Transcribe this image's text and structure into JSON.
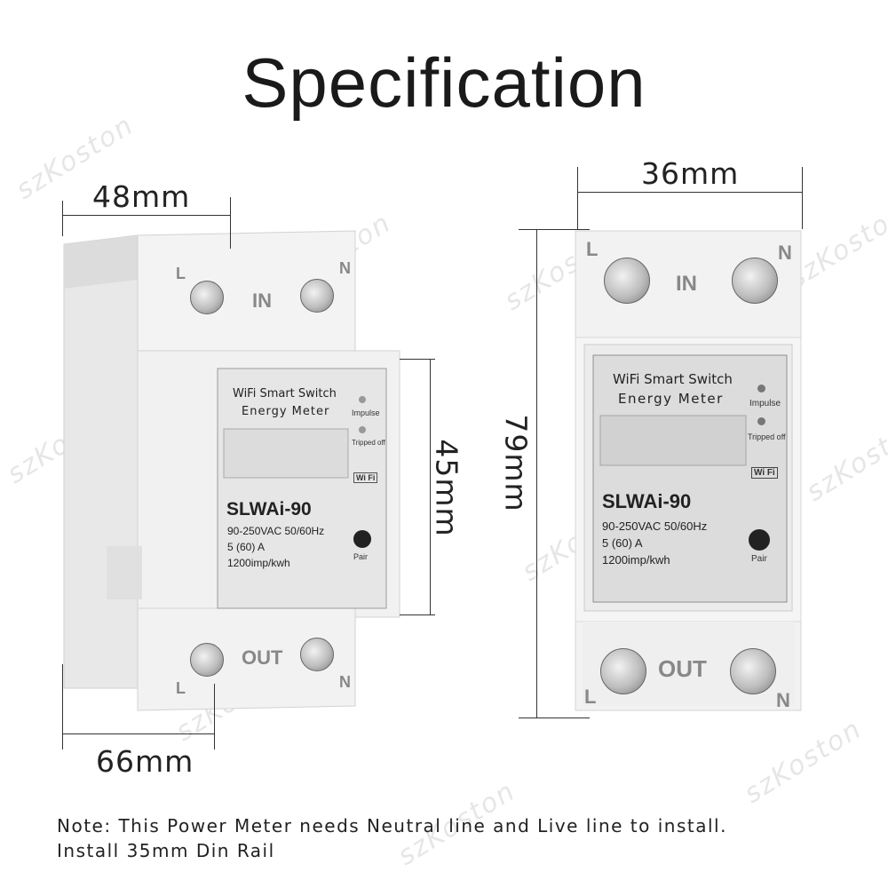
{
  "title": "Specification",
  "dimensions": {
    "width_left": "48mm",
    "face_height": "45mm",
    "depth": "66mm",
    "width_right": "36mm",
    "height_right": "79mm"
  },
  "device": {
    "face_title_line1": "WiFi Smart Switch",
    "face_title_line2": "Energy Meter",
    "impulse_label": "Impulse",
    "tripped_label": "Tripped off",
    "wifi_badge": "Wi Fi",
    "model": "SLWAi-90",
    "spec_voltage": "90-250VAC  50/60Hz",
    "spec_current": "5  (60)  A",
    "spec_imp": "1200imp/kwh",
    "pair_label": "Pair",
    "in_label": "IN",
    "out_label": "OUT",
    "live": "L",
    "neutral": "N"
  },
  "watermark": "szKoston",
  "note_line1": "Note:  This Power Meter needs Neutral line and Live line to install.",
  "note_line2": "Install 35mm Din Rail"
}
